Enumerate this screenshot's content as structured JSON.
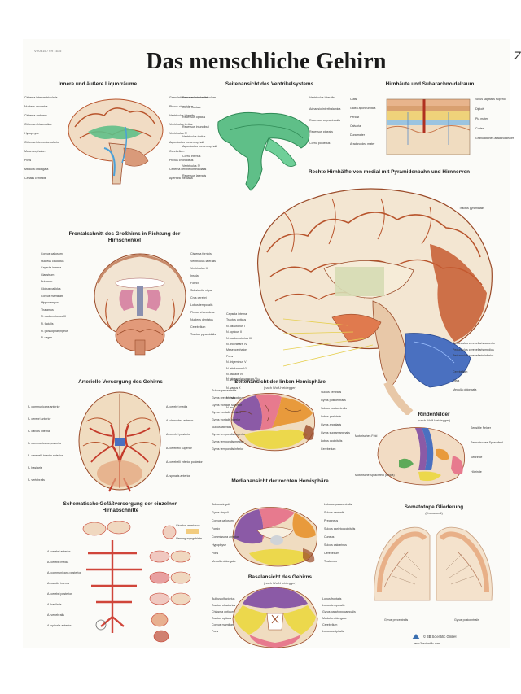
{
  "poster": {
    "code": "VR0615 / VR 1615",
    "title": "Das menschliche Gehirn",
    "cropped_side_text": "Z",
    "publisher": "© 3B Scientific GmbH",
    "publisher_sub": "www.3bscientific.com"
  },
  "sections": {
    "liquor": {
      "title": "Innere und äußere Liquorräume",
      "labels_left": [
        "Cisterna interventricularis",
        "Nucleus caudatus",
        "Cisterna ambiens",
        "Cisterna chiasmatica",
        "Hypophyse",
        "Cisterna interpeduncularis",
        "Mesencephalon",
        "Pons",
        "Medulla oblongata",
        "Canalis centralis"
      ],
      "labels_right": [
        "Granulationes arachnoideales",
        "Plexus choroideus",
        "Ventriculus lateralis",
        "Ventriculus tertius",
        "Ventriculus IV",
        "Aqueductus mesencephali",
        "Cerebellum",
        "Plexus choroideus",
        "Cisterna cerebellomedullaris",
        "Apertura mediana"
      ]
    },
    "ventrikel": {
      "title": "Seitenansicht des Ventrikelsystems",
      "labels_left": [
        "Foramen interventriculare",
        "Cornu frontale",
        "Recessus opticus",
        "Recessus infundibuli",
        "Ventriculus tertius",
        "Aqueductus mesencephali",
        "Cornu inferius",
        "Ventriculus IV",
        "Recessus lateralis"
      ],
      "labels_right": [
        "Ventriculus lateralis",
        "Adhaesio interthalamica",
        "Recessus suprapinealis",
        "Recessus pinealis",
        "Cornu posterius"
      ]
    },
    "hirnhaeute": {
      "title": "Hirnhäute und Subarachnoidalraum",
      "labels_left": [
        "Cutis",
        "Galea aponeurotica",
        "Periost",
        "Calvaria",
        "Dura mater",
        "Arachnoidea mater"
      ],
      "labels_right": [
        "Sinus sagittalis superior",
        "Diploë",
        "Pia mater",
        "Cortex",
        "Granulationes arachnoideales"
      ]
    },
    "medial": {
      "title": "Rechte Hirnhälfte von medial mit Pyramidenbahn und Hirnnerven",
      "labels_left": [
        "Capsula interna",
        "Tractus opticus",
        "N. olfactorius I",
        "N. opticus II",
        "N. oculomotorius III",
        "N. trochlearis IV",
        "Mesencephalon",
        "Pons",
        "N. trigeminus V",
        "N. abducens VI",
        "N. facialis VII",
        "N. vestibulocochlearis VIII",
        "N. glossopharyngeus IX",
        "N. vagus X",
        "N. hypoglossus XII",
        "N. accessorius XI"
      ],
      "labels_right": [
        "Tractus pyramidalis",
        "Pedunculus cerebellaris superior",
        "Pedunculus cerebellaris medius",
        "Pedunculus cerebellaris inferior",
        "Cerebellum",
        "Oliva",
        "Medulla oblongata"
      ]
    },
    "frontal": {
      "title": "Frontalschnitt des Großhirns in Richtung der Hirnschenkel",
      "labels_left": [
        "Corpus callosum",
        "Nucleus caudatus",
        "Capsula interna",
        "Claustrum",
        "Putamen",
        "Globus pallidus",
        "Corpus mamillare",
        "Hippocampus",
        "Thalamus",
        "N. oculomotorius III",
        "N. facialis",
        "N. glossopharyngeus",
        "N. vagus"
      ],
      "labels_right": [
        "Cisterna fornicis",
        "Ventriculus lateralis",
        "Ventriculus III",
        "Insula",
        "Fornix",
        "Substantia nigra",
        "Crus cerebri",
        "Lobus temporalis",
        "Plexus choroideus",
        "Nucleus dentatus",
        "Cerebellum",
        "Tractus pyramidalis"
      ]
    },
    "arterien": {
      "title": "Arterielle Versorgung des Gehirns",
      "labels_left": [
        "A. communicans anterior",
        "A. cerebri anterior",
        "A. carotis interna",
        "A. communicans posterior",
        "A. cerebelli inferior anterior",
        "A. basilaris",
        "A. vertebralis"
      ],
      "labels_right": [
        "A. cerebri media",
        "A. choroidea anterior",
        "A. cerebri posterior",
        "A. cerebelli superior",
        "A. cerebelli inferior posterior",
        "A. spinalis anterior"
      ]
    },
    "links": {
      "title": "Seitenansicht der linken Hemisphäre",
      "subtitle": "(nach Wolf-Heidegger)",
      "labels_left": [
        "Sulcus precentralis",
        "Gyrus precentralis",
        "Gyrus frontalis superior",
        "Gyrus frontalis medius",
        "Gyrus frontalis inferior",
        "Sulcus lateralis",
        "Gyrus temporalis superior",
        "Gyrus temporalis medius",
        "Gyrus temporalis inferior"
      ],
      "labels_right": [
        "Sulcus centralis",
        "Gyrus postcentralis",
        "Sulcus postcentralis",
        "Lobus parietalis",
        "Gyrus angularis",
        "Gyrus supramarginalis",
        "Lobus occipitalis",
        "Cerebellum"
      ]
    },
    "rindenfelder": {
      "title": "Rindenfelder",
      "subtitle": "(nach Wolf-Heidegger)",
      "labels_left": [
        "Motorisches Feld",
        "Motorische Sprachfeld (Broca)"
      ],
      "labels_right": [
        "Sensible Felder",
        "Sensorisches Sprachfeld",
        "Sehrinde",
        "Hörrinde"
      ]
    },
    "gefaesse": {
      "title": "Schematische Gefäßversorgung der einzelnen Hirnabschnitte",
      "labels_left": [
        "A. cerebri anterior",
        "A. cerebri media",
        "A. communicans posterior",
        "A. carotis interna",
        "A. cerebri posterior",
        "A. basilaris",
        "A. vertebralis",
        "A. spinalis anterior"
      ],
      "labels_right": [
        "Circulus arteriosus",
        "Versorgungsgebiete"
      ]
    },
    "median": {
      "title": "Medianansicht der rechten Hemisphäre",
      "labels_left": [
        "Sulcus cinguli",
        "Gyrus cinguli",
        "Corpus callosum",
        "Fornix",
        "Commissura anterior",
        "Hypophyse",
        "Pons",
        "Medulla oblongata"
      ],
      "labels_right": [
        "Lobulus paracentralis",
        "Sulcus centralis",
        "Precuneus",
        "Sulcus parietooccipitalis",
        "Cuneus",
        "Sulcus calcarinus",
        "Cerebellum",
        "Thalamus"
      ]
    },
    "somatotop": {
      "title": "Somatotope Gliederung",
      "subtitle": "(Homunculi)",
      "labels_bottom": [
        "Gyrus precentralis",
        "Gyrus postcentralis"
      ]
    },
    "basal": {
      "title": "Basalansicht des Gehirns",
      "subtitle": "(nach Wolf-Heidegger)",
      "labels_left": [
        "Bulbus olfactorius",
        "Tractus olfactorius",
        "Chiasma opticum",
        "Tractus opticus",
        "Corpus mamillare",
        "Pons"
      ],
      "labels_right": [
        "Lobus frontalis",
        "Lobus temporalis",
        "Gyrus parahippocampalis",
        "Medulla oblongata",
        "Cerebellum",
        "Lobus occipitalis"
      ]
    }
  },
  "colors": {
    "brain_tissue": "#f1e3cf",
    "gyri_lines": "#b8542c",
    "ventricles": "#5fbf88",
    "arteries": "#c43a2a",
    "blue_lobe": "#4a70c0",
    "purple_lobe": "#8b5aa6",
    "yellow_lobe": "#ecd84c",
    "pink_lobe": "#e77a8e",
    "orange_lobe": "#e89a3c"
  }
}
